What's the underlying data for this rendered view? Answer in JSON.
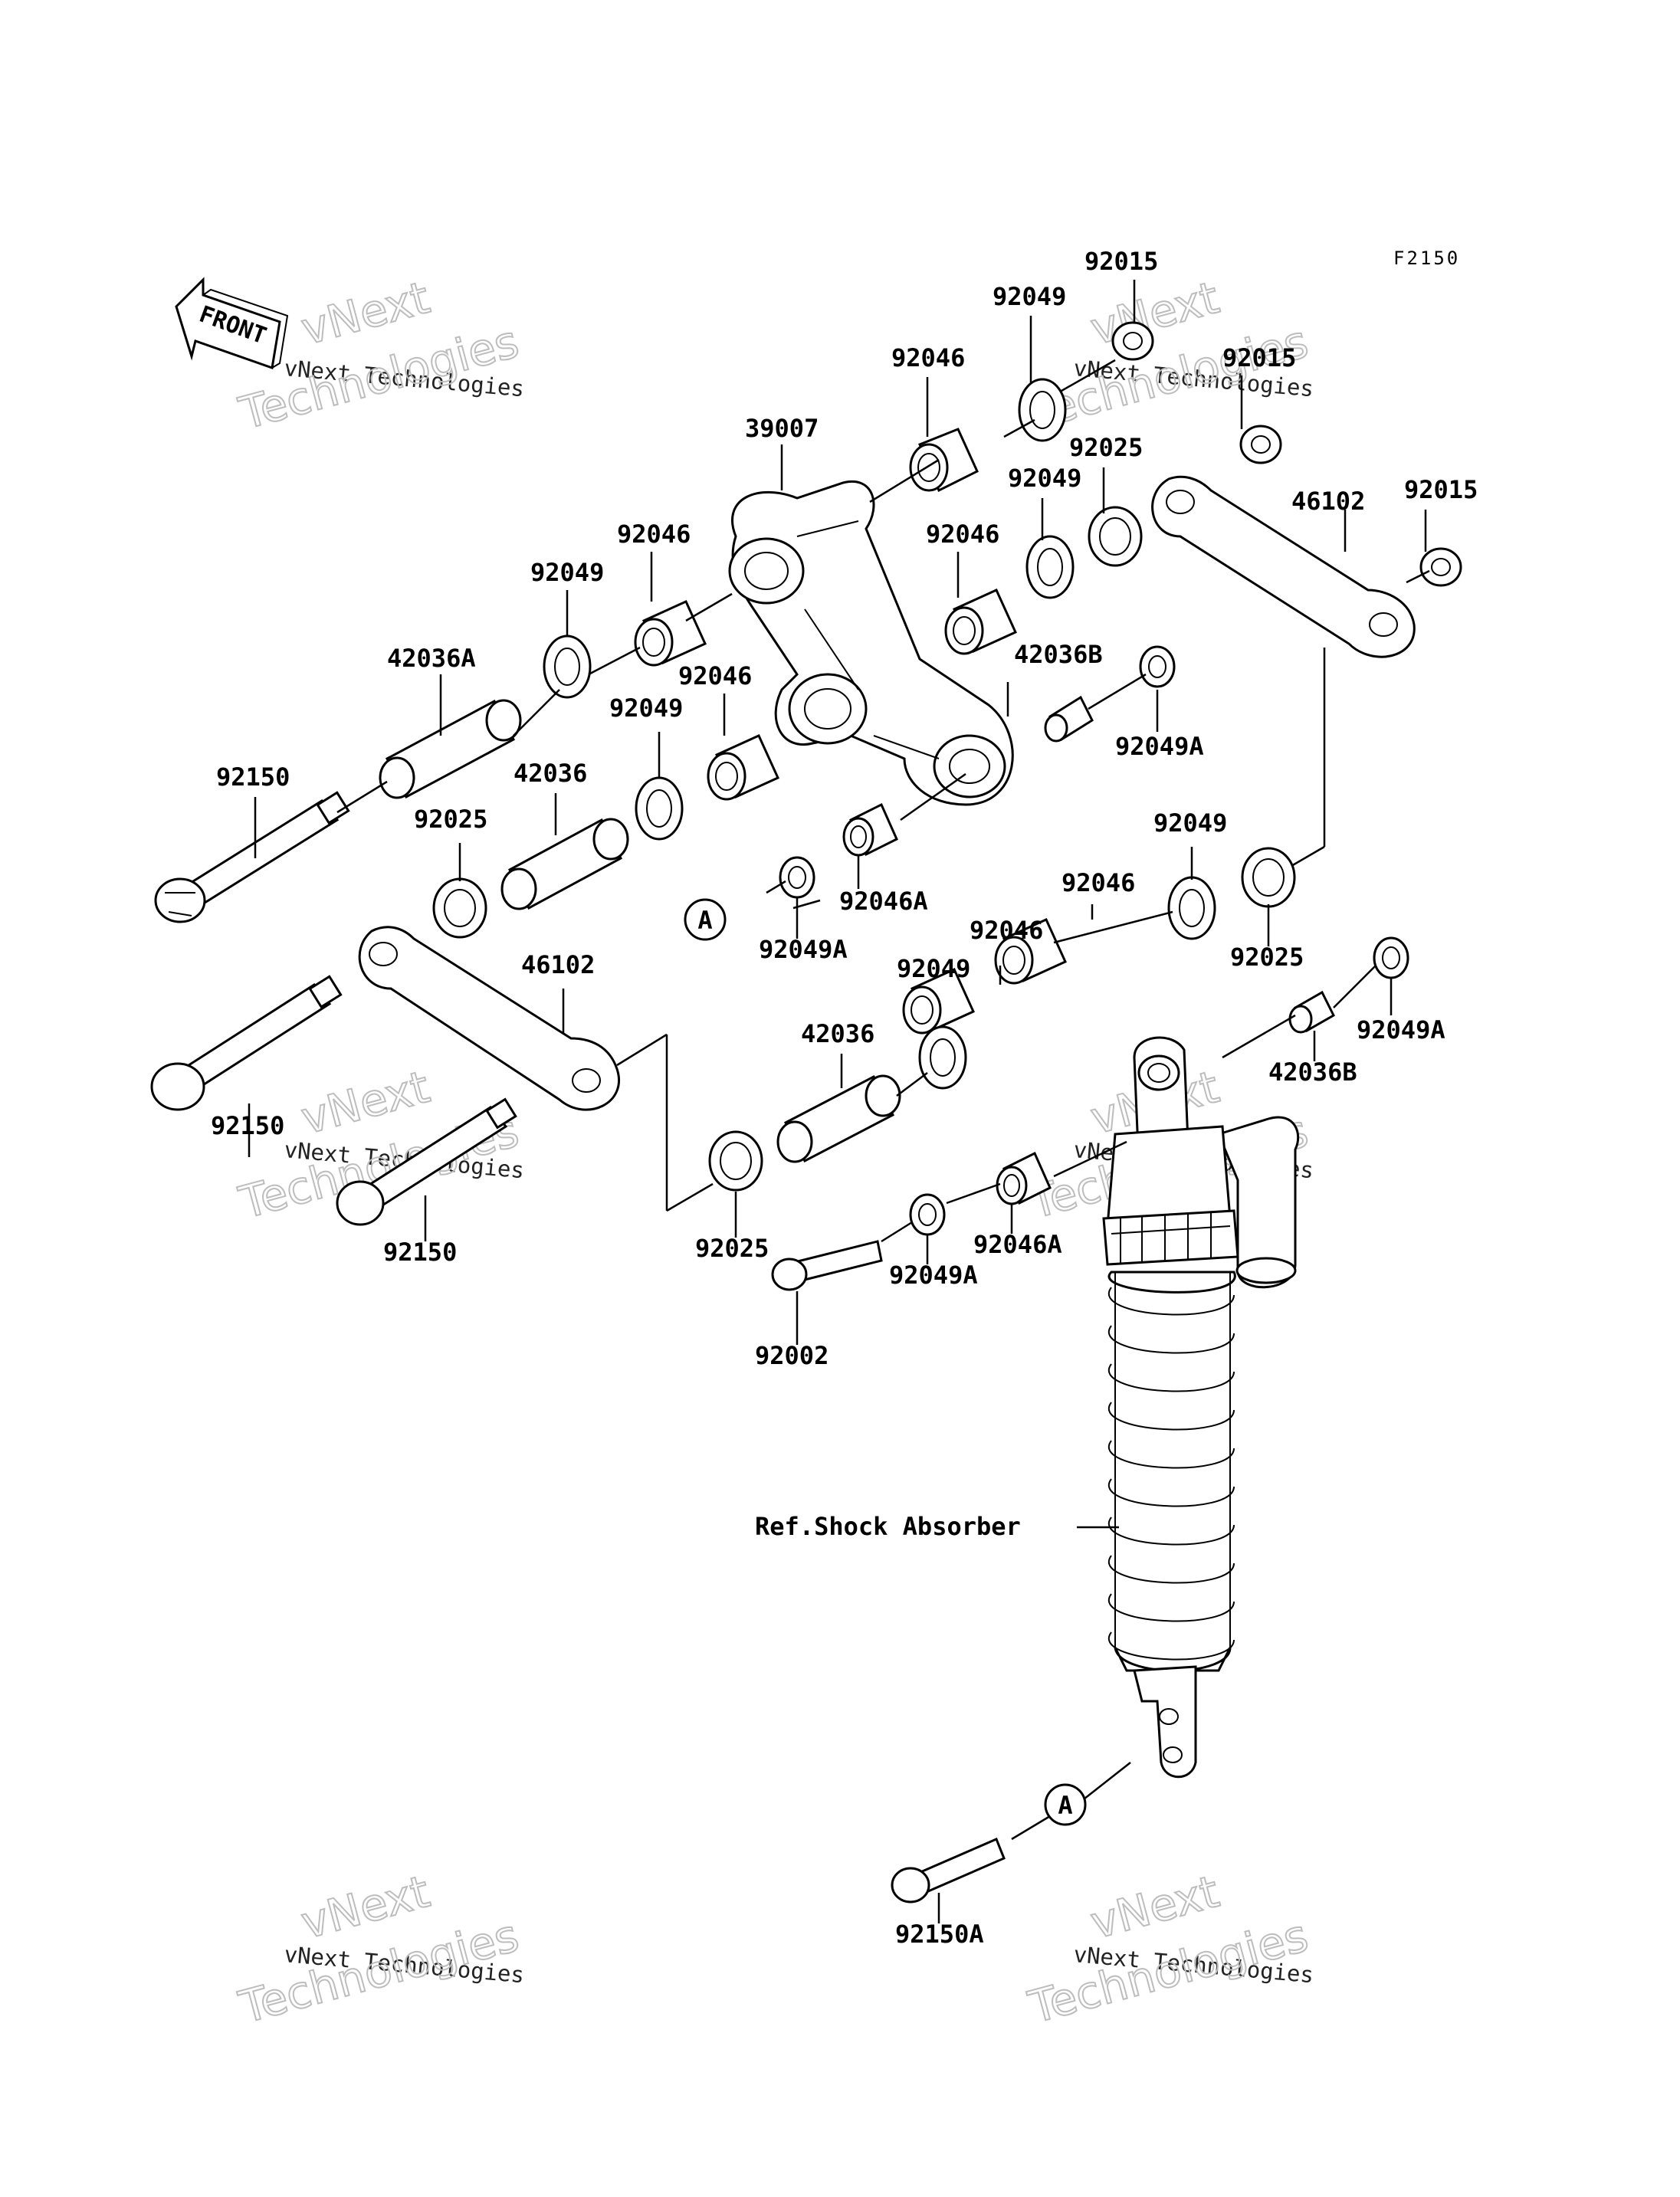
{
  "diagram_code": "F2150",
  "front_label": "FRONT",
  "ref_label": "Ref.Shock Absorber",
  "marker": "A",
  "watermark": {
    "line1": "vNext",
    "line2": "vNext Technologies",
    "line3": "Technologies"
  },
  "parts": [
    "92015",
    "92049",
    "92046",
    "92015",
    "39007",
    "92025",
    "92049",
    "46102",
    "92015",
    "92046",
    "92046",
    "92049",
    "42036B",
    "92049A",
    "42036A",
    "92046",
    "92049",
    "92150",
    "42036",
    "92025",
    "92046A",
    "92049A",
    "92049",
    "92046",
    "92046",
    "46102",
    "92049",
    "92025",
    "92049A",
    "42036",
    "42036B",
    "92150",
    "92150",
    "92025",
    "92049A",
    "92046A",
    "92002",
    "92150A"
  ]
}
